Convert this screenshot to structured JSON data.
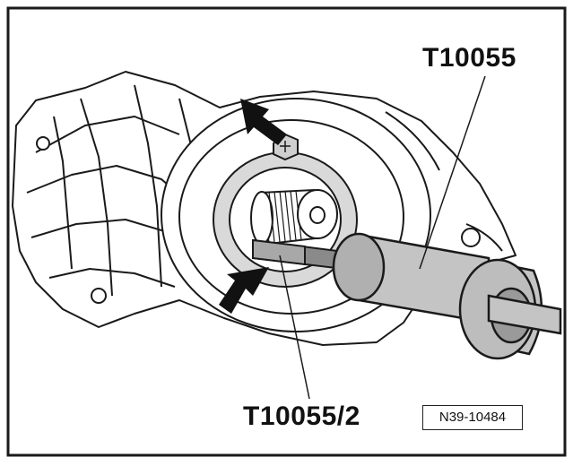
{
  "labels": {
    "tool": "T10055",
    "sub_tool": "T10055/2"
  },
  "figure_id": "N39-10484",
  "colors": {
    "line": "#1a1a1a",
    "housing_fill": "#ffffff",
    "tool_fill": "#c4c4c4",
    "tool_dark": "#8a8a8a",
    "arrow": "#111111"
  },
  "icons": [
    "pointer-arrow-icon"
  ]
}
